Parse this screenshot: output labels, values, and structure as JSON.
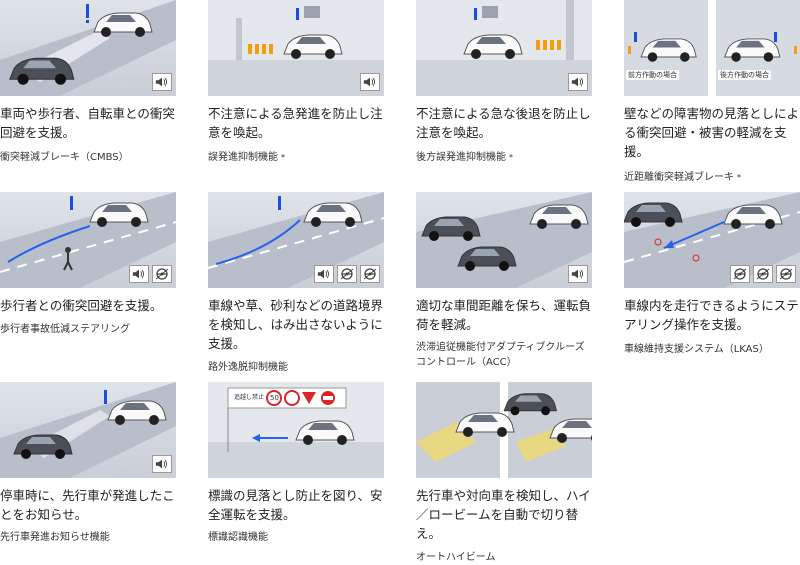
{
  "cards": [
    {
      "desc": "車両や歩行者、自転車との衝突回避を支援。",
      "name": "衝突軽減ブレーキ（CMBS）",
      "star": ""
    },
    {
      "desc": "不注意による急発進を防止し注意を喚起。",
      "name": "誤発進抑制機能",
      "star": "*"
    },
    {
      "desc": "不注意による急な後退を防止し注意を喚起。",
      "name": "後方誤発進抑制機能",
      "star": "*"
    },
    {
      "desc": "壁などの障害物の見落としによる衝突回避・被害の軽減を支援。",
      "name": "近距離衝突軽減ブレーキ",
      "star": "*",
      "sublabels": [
        "前方作動の場合",
        "後方作動の場合"
      ]
    },
    {
      "desc": "歩行者との衝突回避を支援。",
      "name": "歩行者事故低減ステアリング",
      "star": ""
    },
    {
      "desc": "車線や草、砂利などの道路境界を検知し、はみ出さないように支援。",
      "name": "路外逸脱抑制機能",
      "star": ""
    },
    {
      "desc": "適切な車間距離を保ち、運転負荷を軽減。",
      "name": "渋滞追従機能付アダプティブクルーズコントロール（ACC）",
      "star": ""
    },
    {
      "desc": "車線内を走行できるようにステアリング操作を支援。",
      "name": "車線維持支援システム（LKAS）",
      "star": ""
    },
    {
      "desc": "停車時に、先行車が発進したことをお知らせ。",
      "name": "先行車発進お知らせ機能",
      "star": ""
    },
    {
      "desc": "標識の見落とし防止を図り、安全運転を支援。",
      "name": "標識認識機能",
      "star": "",
      "sign_text": [
        "追越し禁止",
        "50"
      ]
    },
    {
      "desc": "先行車や対向車を検知し、ハイ／ロービームを自動で切り替え。",
      "name": "オートハイビーム",
      "star": ""
    }
  ]
}
